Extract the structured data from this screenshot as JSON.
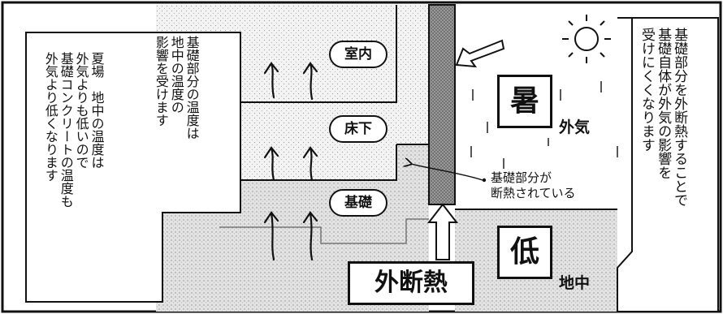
{
  "rooms": {
    "indoor": "室内",
    "underfloor": "床下",
    "foundation": "基礎"
  },
  "left_notes": {
    "note_upper": "基礎部分の温度は\n地中の温度の\n影響を受けます",
    "note_lower": "夏場　地中の温度は\n外気よりも低いので\n基礎コンクリートの温度も\n外気より低くなります"
  },
  "right_note": "基礎部分を外断熱することで\n基礎自体が外気の影響を\n受けにくくなります",
  "labels": {
    "hot": "暑",
    "outside_air": "外気",
    "low": "低",
    "underground": "地中",
    "callout": "基礎部分が\n断熱されている",
    "external_insulation": "外断熱"
  },
  "colors": {
    "line": "#111111",
    "indoor_fill": "#f3f3f3",
    "ground_fill": "#e3e3e3",
    "insulation_fill": "#9a9a9a",
    "paper": "#ffffff"
  }
}
